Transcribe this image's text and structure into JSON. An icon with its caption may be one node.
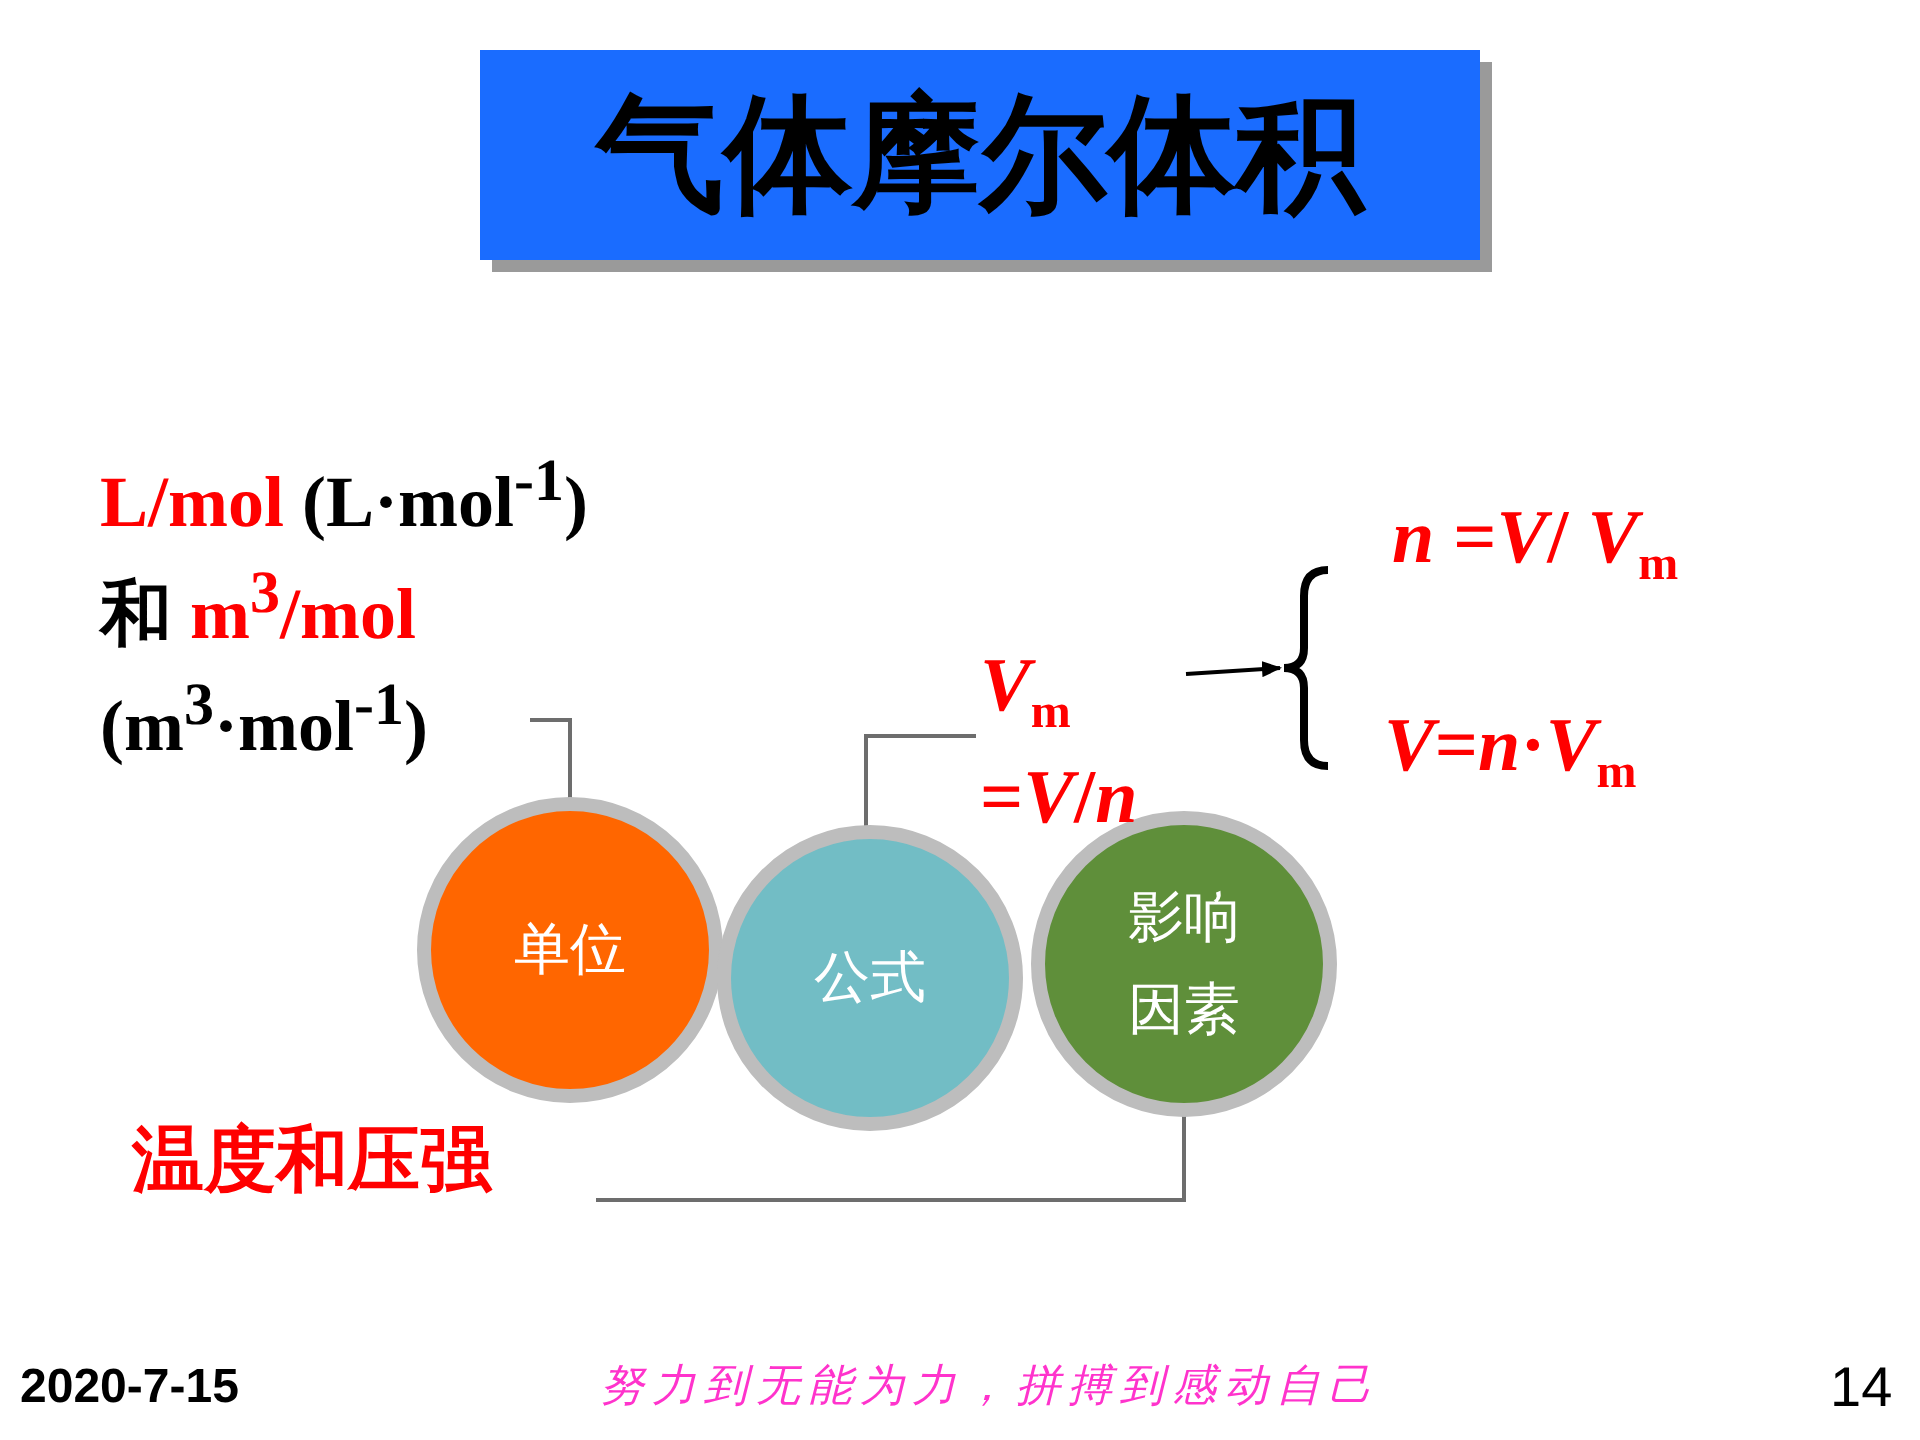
{
  "diagram": {
    "nodes": [
      {
        "text": [
          "气体摩尔体积"
        ]
      },
      {
        "text": [
          "**L/mol** (L·mol$^{-1}$) 和 **m$^{3}$/mol** (m$^{3}$·mol$^{-1}$)"
        ]
      },
      {
        "text": [
          "*n* =*V*/ *V*$_{m}$"
        ]
      },
      {
        "text": [
          "*V*$_{m}$ =*V*/*n*"
        ]
      },
      {
        "text": [],
        "shape": "brace"
      },
      {
        "text": [
          "*V*=*n*·*V*$_{m}$"
        ]
      },
      {
        "text": [
          "单位"
        ]
      },
      {
        "text": [
          "公式"
        ]
      },
      {
        "text": [
          "影响因素"
        ]
      },
      {
        "text": [
          "温度和压强"
        ]
      }
    ],
    "edges": [
      {
        "from": 6,
        "to": 1,
        "arrow": "none"
      },
      {
        "from": 7,
        "to": 3,
        "arrow": "none"
      },
      {
        "from": 8,
        "to": 9,
        "arrow": "none"
      },
      {
        "from": null,
        "to": 4,
        "arrow": "to",
        "color": "#000000"
      }
    ],
    "labels": [
      "2020-7-15",
      "努力到无能为力，拼搏到感动自己",
      "14"
    ]
  }
}
